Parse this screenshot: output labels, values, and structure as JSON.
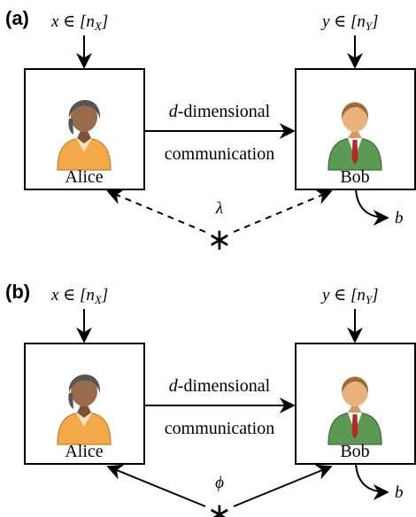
{
  "panels": [
    {
      "label": "(a)",
      "alice_input": "x ∈ [n",
      "alice_input_sub": "X",
      "bob_input": "y ∈ [n",
      "bob_input_sub": "Y",
      "alice_name": "Alice",
      "bob_name": "Bob",
      "channel_d": "d",
      "channel_line1": "-dimensional",
      "channel_line2": "communication",
      "resource_symbol": "λ",
      "resource_style": "dashed",
      "source_symbol": "∗",
      "output_symbol": "b"
    },
    {
      "label": "(b)",
      "alice_input": "x ∈ [n",
      "alice_input_sub": "X",
      "bob_input": "y ∈ [n",
      "bob_input_sub": "Y",
      "alice_name": "Alice",
      "bob_name": "Bob",
      "channel_d": "d",
      "channel_line1": "-dimensional",
      "channel_line2": "communication",
      "resource_symbol": "ϕ",
      "resource_style": "solid",
      "source_symbol": "∗",
      "output_symbol": "b"
    }
  ],
  "colors": {
    "alice_shirt": "#f3a94a",
    "alice_skin": "#9a6a4c",
    "alice_hair": "#555555",
    "bob_suit": "#5b9a52",
    "bob_skin": "#e9b27a",
    "bob_hair": "#9a6a3a",
    "bob_tie": "#b12a2a"
  }
}
